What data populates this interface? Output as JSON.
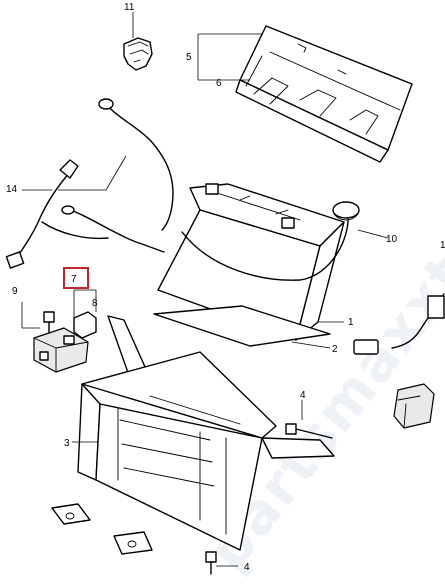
{
  "callouts": {
    "c1": "1",
    "c2": "2",
    "c3": "3",
    "c4a": "4",
    "c4b": "4",
    "c5": "5",
    "c6": "6",
    "c7": "7",
    "c8": "8",
    "c9": "9",
    "c10": "10",
    "c11": "11",
    "c14": "14",
    "c1_edge": "1"
  },
  "highlight_color": "#c0272d",
  "watermark": "partsmaxxtreme"
}
